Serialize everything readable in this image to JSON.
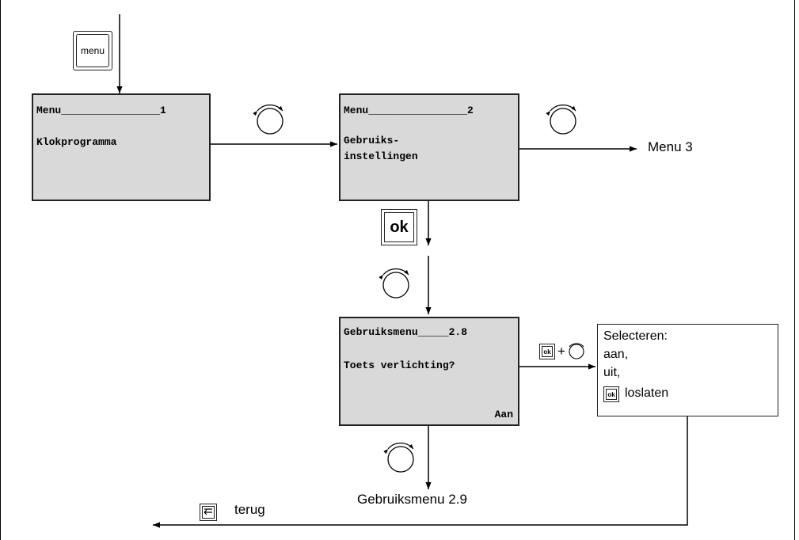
{
  "box1": {
    "header": "Menu________________1",
    "line": "Klokprogramma"
  },
  "box2": {
    "header": "Menu________________2",
    "line1": "Gebruiks-",
    "line2": "instellingen"
  },
  "box3": {
    "header": "Gebruiksmenu_____2.8",
    "line": "Toets verlichting?",
    "value": "Aan"
  },
  "labels": {
    "menu3": "Menu 3",
    "menu29": "Gebruiksmenu 2.9",
    "terug": "terug",
    "plus": "+"
  },
  "note": {
    "l1": "Selecteren:",
    "l2": "aan,",
    "l3": "uit,",
    "l4": "loslaten"
  },
  "keys": {
    "menu": "menu",
    "ok": "ok"
  },
  "icons": [
    "menu-key-icon",
    "ok-key-icon",
    "rotary-knob-icon",
    "back-key-icon"
  ]
}
